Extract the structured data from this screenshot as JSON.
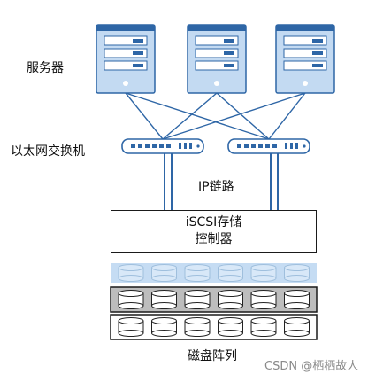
{
  "labels": {
    "servers": "服务器",
    "switches": "以太网交换机",
    "ip_link": "IP链路",
    "controller_line1": "iSCSI存储",
    "controller_line2": "控制器",
    "disk_array": "磁盘阵列"
  },
  "watermark": "CSDN @栖栖故人",
  "colors": {
    "server_fill": "#c3daf2",
    "server_stroke": "#2e66a6",
    "switch_stroke": "#2e66a6",
    "link_line": "#2e66a6",
    "disk_row_top": "#c5dcf3",
    "disk_row_mid": "#bdbdbd",
    "disk_row_bottom": "#ffffff"
  },
  "servers": [
    {
      "icon": "server-icon"
    },
    {
      "icon": "server-icon"
    },
    {
      "icon": "server-icon"
    }
  ],
  "switches": [
    {
      "icon": "switch-icon"
    },
    {
      "icon": "switch-icon"
    }
  ],
  "disk_rows": [
    {
      "style": "light-blue",
      "disks": 6
    },
    {
      "style": "gray",
      "disks": 6
    },
    {
      "style": "white",
      "disks": 6
    }
  ]
}
